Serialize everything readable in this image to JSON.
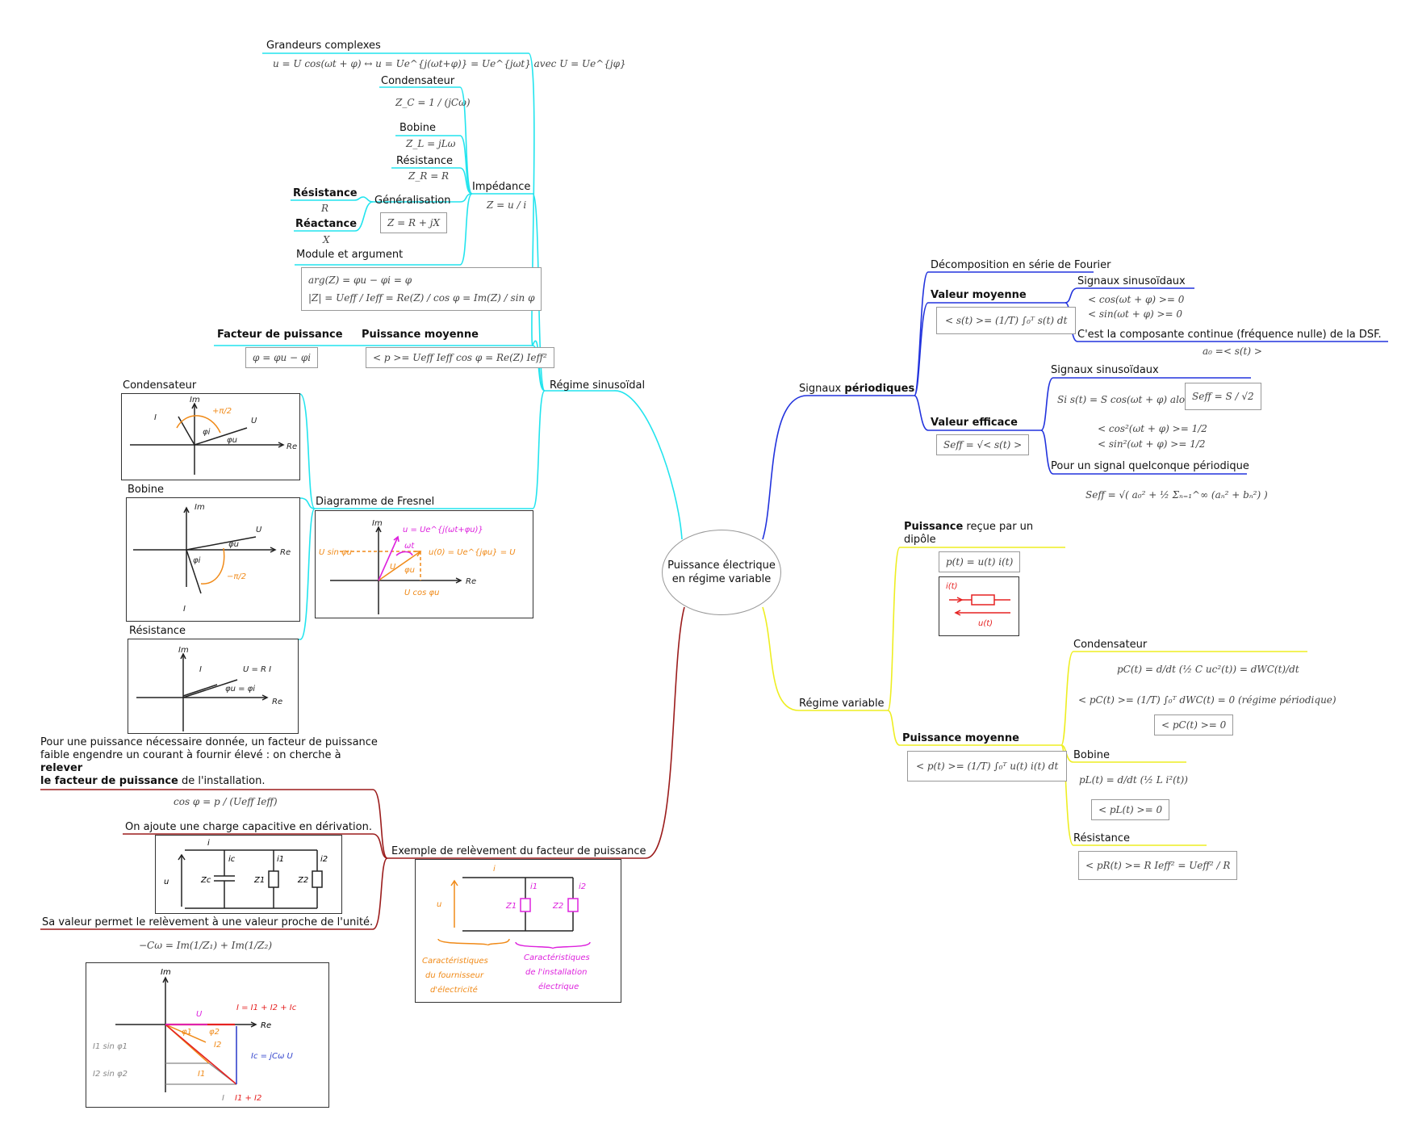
{
  "root": {
    "line1": "Puissance électrique",
    "line2": "en régime variable"
  },
  "colors": {
    "sinus": "#22e4ee",
    "periodic": "#2233dd",
    "variable": "#eeee22",
    "example": "#9b1c1c",
    "box_border": "#999999",
    "sketch_orange": "#f08a18",
    "sketch_magenta": "#dd22dd",
    "sketch_red": "#e52222",
    "sketch_blue": "#3344cc"
  },
  "regime_sinusoidal": {
    "label": "Régime sinusoïdal",
    "grandeurs": {
      "title": "Grandeurs complexes",
      "formula": "u = U cos(ωt + φ) ↔ u = Ue^{j(ωt+φ)} = Ue^{jωt} avec U = Ue^{jφ}"
    },
    "impedance": {
      "title": "Impédance",
      "formula": "Z = u / i",
      "condensateur": {
        "title": "Condensateur",
        "formula": "Z_C = 1 / (jCω)"
      },
      "bobine": {
        "title": "Bobine",
        "formula": "Z_L = jLω"
      },
      "resistance": {
        "title": "Résistance",
        "formula": "Z_R = R"
      },
      "generalisation": {
        "title": "Généralisation",
        "formula": "Z = R + jX",
        "resistance": {
          "title": "Résistance",
          "symbol": "R"
        },
        "reactance": {
          "title": "Réactance",
          "symbol": "X"
        }
      },
      "module": {
        "title": "Module et argument",
        "line1": "arg(Z) = φu − φi = φ",
        "line2": "|Z| = Ueff / Ieff = Re(Z) / cos φ = Im(Z) / sin φ"
      }
    },
    "facteur": {
      "title": "Facteur de puissance",
      "formula": "φ = φu − φi"
    },
    "puissance_moyenne": {
      "title": "Puissance moyenne",
      "formula": "< p >= Ueff Ieff cos φ = Re(Z) Ieff²"
    },
    "fresnel": {
      "title": "Diagramme de Fresnel",
      "sketch": {
        "axis_im": "Im",
        "axis_re": "Re",
        "u_label": "u = Ue^{j(ωt+φu)}",
        "u0_label": "u(0) = Ue^{jφu} = U",
        "wt": "ωt",
        "sin": "U sin φu",
        "cos": "U cos φu",
        "phi": "φu",
        "u": "U"
      },
      "condensateur": {
        "title": "Condensateur",
        "im": "Im",
        "re": "Re",
        "I": "I",
        "U": "U",
        "phi_i": "φi",
        "phi_u": "φu",
        "shift": "+π/2"
      },
      "bobine": {
        "title": "Bobine",
        "im": "Im",
        "re": "Re",
        "I": "I",
        "U": "U",
        "phi_i": "φi",
        "phi_u": "φu",
        "shift": "−π/2"
      },
      "resistance": {
        "title": "Résistance",
        "im": "Im",
        "re": "Re",
        "I": "I",
        "U": "U = R I",
        "phase": "φu = φi"
      }
    }
  },
  "signaux_periodiques": {
    "label_pre": "Signaux ",
    "label_bold": "périodiques",
    "fourier": "Décomposition en série de Fourier",
    "valeur_moyenne": {
      "title": "Valeur moyenne",
      "formula": "< s(t) >= (1/T) ∫₀ᵀ s(t) dt",
      "sinus": {
        "title": "Signaux sinusoïdaux",
        "line1": "< cos(ωt + φ) >= 0",
        "line2": "< sin(ωt + φ) >= 0"
      },
      "continue": {
        "title": "C'est la composante continue (fréquence nulle) de la DSF.",
        "formula": "a₀ =< s(t) >"
      }
    },
    "valeur_efficace": {
      "title": "Valeur efficace",
      "formula": "Seff = √< s(t) >",
      "sinus": {
        "title": "Signaux sinusoïdaux",
        "line1": "Si s(t) = S cos(ωt + φ) alors",
        "boxed": "Seff = S / √2",
        "line2": "< cos²(ωt + φ) >= 1/2",
        "line3": "< sin²(ωt + φ) >= 1/2"
      },
      "quelconque": {
        "title": "Pour un signal quelconque périodique",
        "formula": "Seff = √( a₀² + ½ Σₙ₌₁^∞ (aₙ² + bₙ²) )"
      }
    }
  },
  "regime_variable": {
    "label": "Régime variable",
    "puissance_recue": {
      "title_bold": "Puissance",
      "title_rest": " reçue par un",
      "title_line2": "dipôle",
      "formula": "p(t) = u(t) i(t)",
      "sketch": {
        "i": "i(t)",
        "u": "u(t)"
      }
    },
    "puissance_moyenne": {
      "title": "Puissance moyenne",
      "formula": "< p(t) >= (1/T) ∫₀ᵀ u(t) i(t) dt",
      "condensateur": {
        "title": "Condensateur",
        "line1": "pC(t) = d/dt (½ C uc²(t)) = dWC(t)/dt",
        "line2": "< pC(t) >= (1/T) ∫₀ᵀ dWC(t) = 0 (régime périodique)",
        "boxed": "< pC(t) >= 0"
      },
      "bobine": {
        "title": "Bobine",
        "line1": "pL(t) = d/dt (½ L i²(t))",
        "boxed": "< pL(t) >= 0"
      },
      "resistance": {
        "title": "Résistance",
        "boxed": "< pR(t) >= R Ieff² = Ueff² / R"
      }
    }
  },
  "exemple": {
    "label": "Exemple de relèvement du facteur de puissance",
    "intro": {
      "part1": "Pour une puissance nécessaire donnée, un facteur de puissance faible engendre un courant à fournir élevé : on cherche à ",
      "bold1": "relever",
      "bold2": "le facteur de puissance",
      "part2": " de l'installation."
    },
    "cos_formula": "cos φ = p / (Ueff Ieff)",
    "charge": "On ajoute une charge capacitive en dérivation.",
    "valeur": "Sa valeur permet le relèvement à une valeur proche de l'unité.",
    "c_formula": "−Cω = Im(1/Z₁) + Im(1/Z₂)",
    "circuit1": {
      "i": "i",
      "u": "u",
      "i1": "i1",
      "i2": "i2",
      "z1": "Z1",
      "z2": "Z2",
      "fournisseur": [
        "Caractéristiques",
        "du fournisseur",
        "d'électricité"
      ],
      "installation": [
        "Caractéristiques",
        "de l'installation",
        "électrique"
      ]
    },
    "circuit2": {
      "i": "i",
      "u": "u",
      "ic": "ic",
      "i1": "i1",
      "i2": "i2",
      "zc": "Zc",
      "z1": "Z1",
      "z2": "Z2"
    },
    "phasor": {
      "im": "Im",
      "re": "Re",
      "u": "U",
      "i_sum": "I = I1 + I2 + Ic",
      "ic": "Ic = jCω U",
      "i1": "I1",
      "i2": "I2",
      "i12": "I1 + I2",
      "i_label": "I",
      "s1": "I1 sin φ1",
      "s2": "I2 sin φ2",
      "phi1": "φ1",
      "phi2": "φ2"
    }
  }
}
